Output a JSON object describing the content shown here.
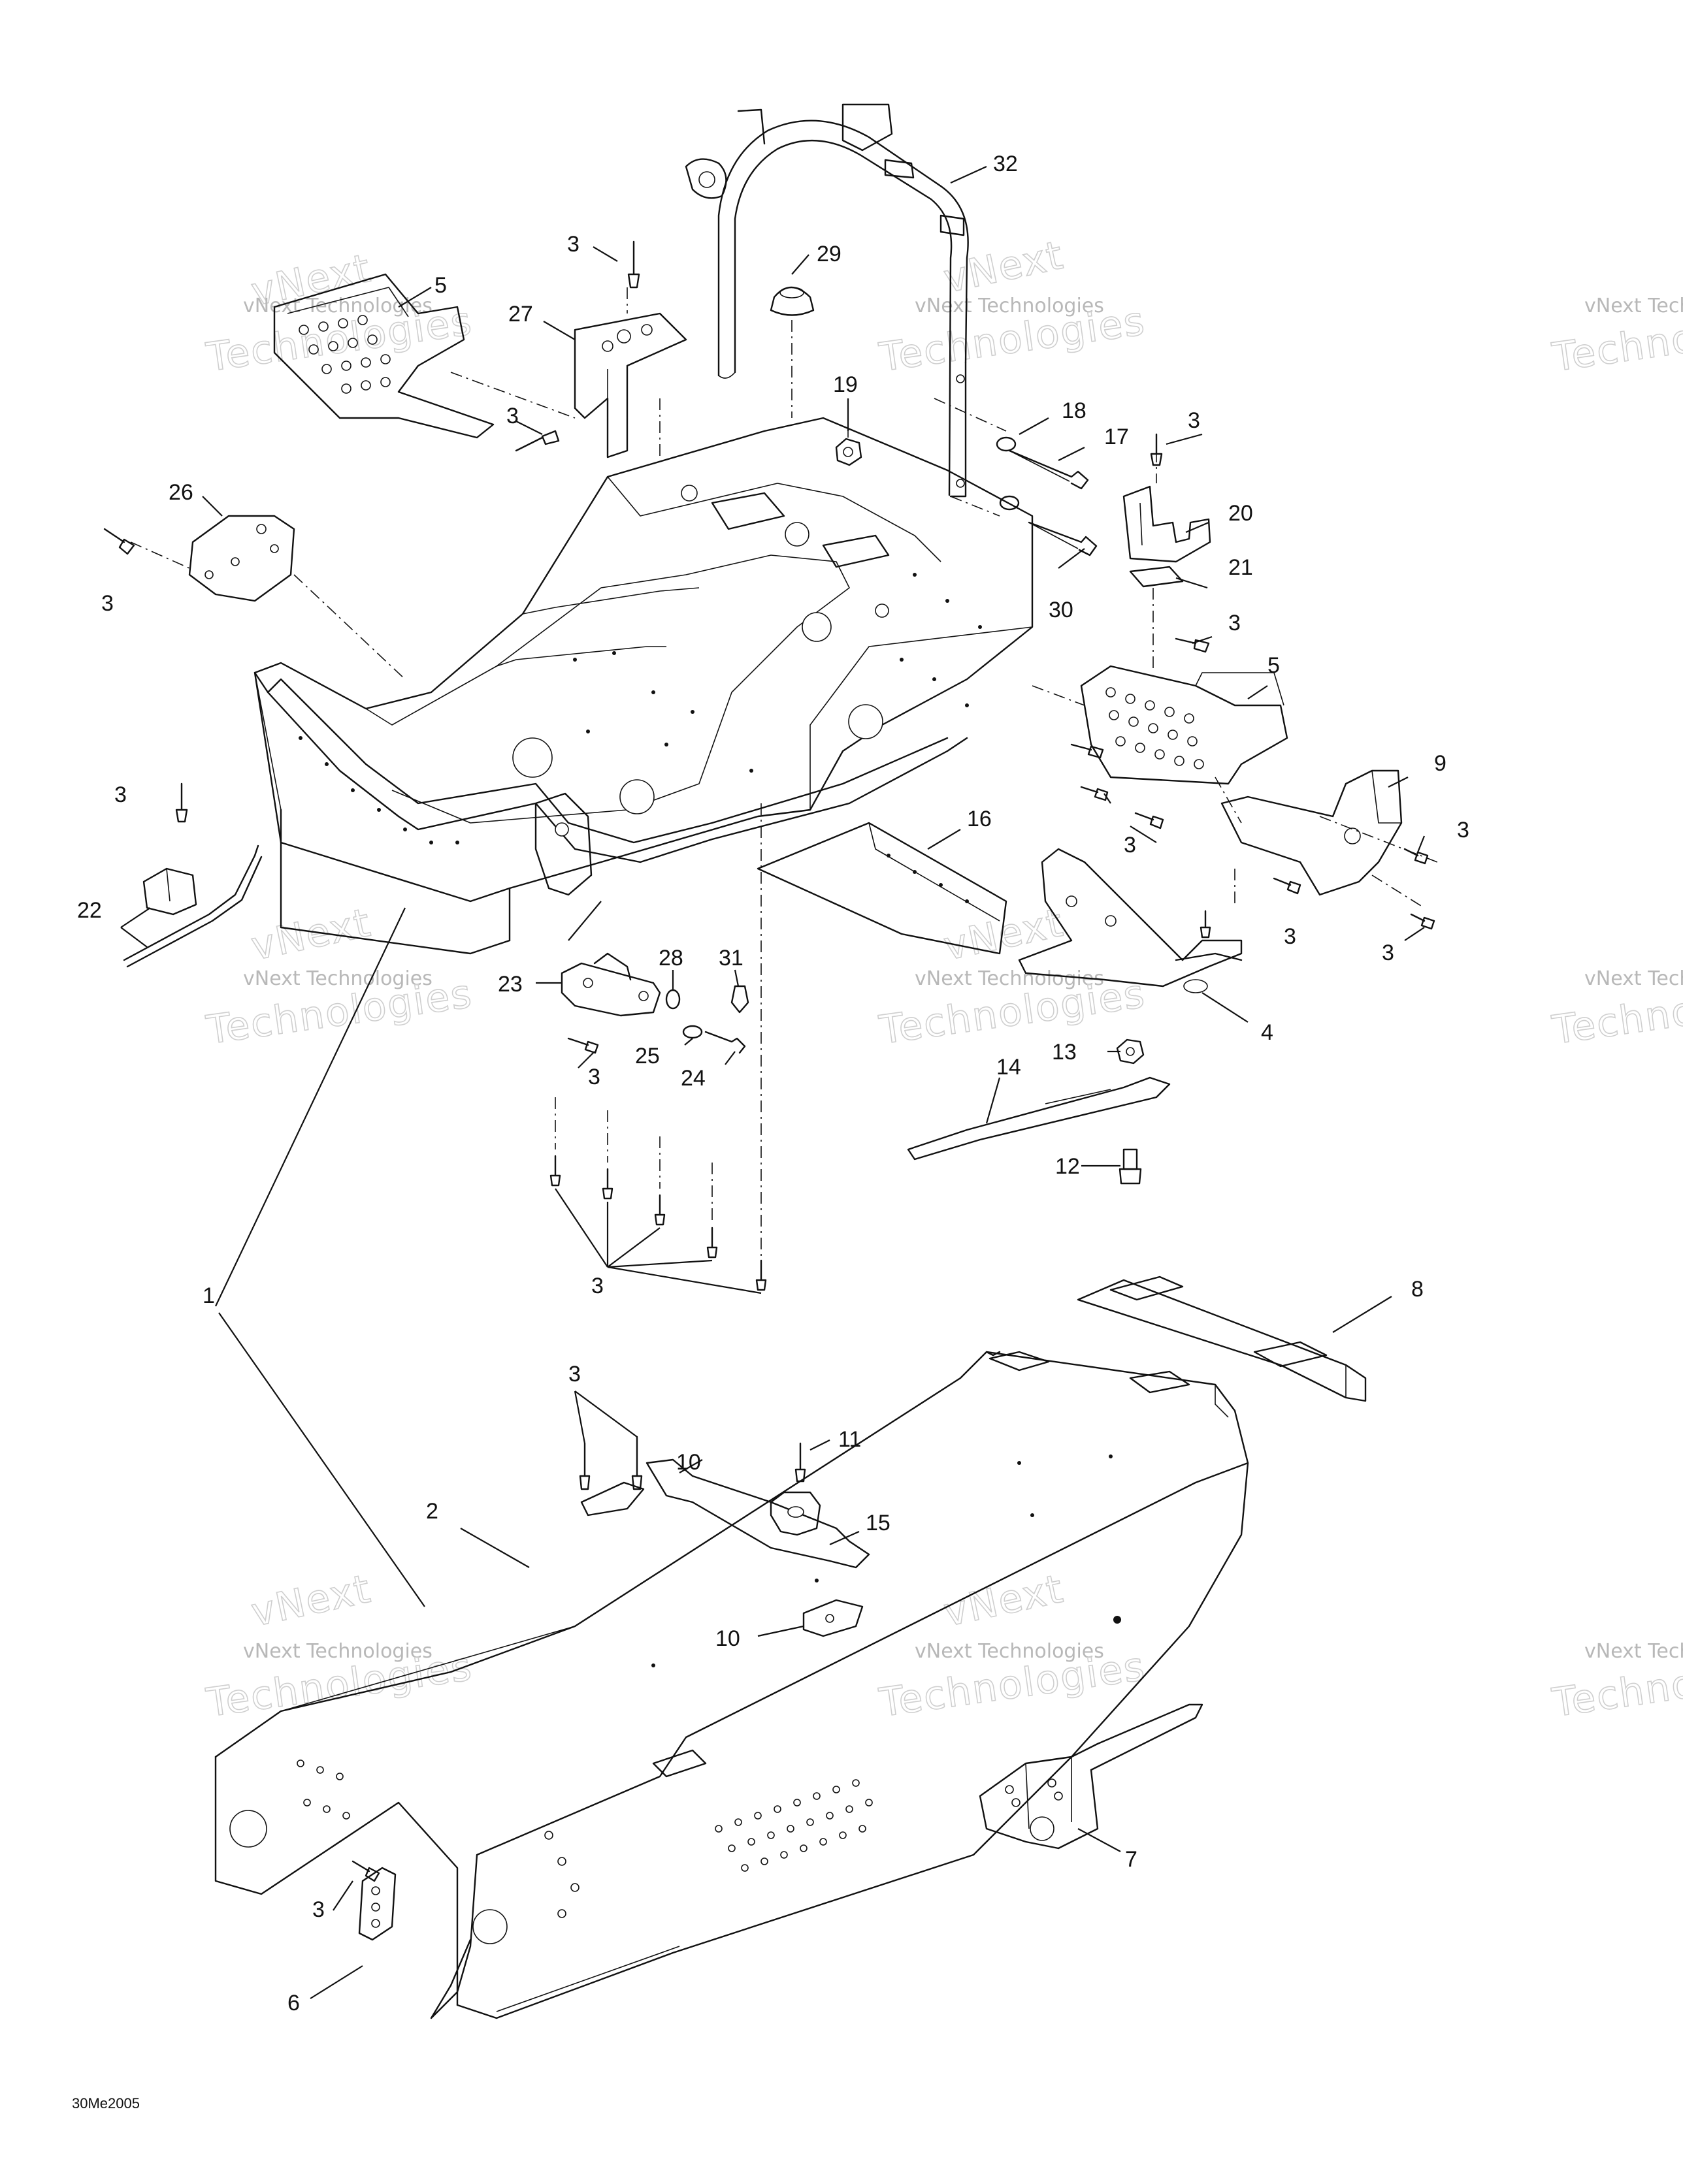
{
  "figure_code": "30Me2005",
  "watermark": {
    "brand": "vNext",
    "company": "vNext Technologies",
    "word": "Technologies"
  },
  "callouts": [
    {
      "id": "c32",
      "label": "32"
    },
    {
      "id": "c29",
      "label": "29"
    },
    {
      "id": "c3a",
      "label": "3"
    },
    {
      "id": "c5a",
      "label": "5"
    },
    {
      "id": "c27",
      "label": "27"
    },
    {
      "id": "c3b",
      "label": "3"
    },
    {
      "id": "c26",
      "label": "26"
    },
    {
      "id": "c3c",
      "label": "3"
    },
    {
      "id": "c19",
      "label": "19"
    },
    {
      "id": "c18",
      "label": "18"
    },
    {
      "id": "c17",
      "label": "17"
    },
    {
      "id": "c3d",
      "label": "3"
    },
    {
      "id": "c20",
      "label": "20"
    },
    {
      "id": "c21",
      "label": "21"
    },
    {
      "id": "c30",
      "label": "30"
    },
    {
      "id": "c3e",
      "label": "3"
    },
    {
      "id": "c5b",
      "label": "5"
    },
    {
      "id": "c9",
      "label": "9"
    },
    {
      "id": "c3f",
      "label": "3"
    },
    {
      "id": "c3g",
      "label": "3"
    },
    {
      "id": "c3h",
      "label": "3"
    },
    {
      "id": "c3i",
      "label": "3"
    },
    {
      "id": "c16",
      "label": "16"
    },
    {
      "id": "c4",
      "label": "4"
    },
    {
      "id": "c3j",
      "label": "3"
    },
    {
      "id": "c22",
      "label": "22"
    },
    {
      "id": "c23",
      "label": "23"
    },
    {
      "id": "c28",
      "label": "28"
    },
    {
      "id": "c31",
      "label": "31"
    },
    {
      "id": "c25",
      "label": "25"
    },
    {
      "id": "c24",
      "label": "24"
    },
    {
      "id": "c3k",
      "label": "3"
    },
    {
      "id": "c13",
      "label": "13"
    },
    {
      "id": "c14",
      "label": "14"
    },
    {
      "id": "c12",
      "label": "12"
    },
    {
      "id": "c3l",
      "label": "3"
    },
    {
      "id": "c1",
      "label": "1"
    },
    {
      "id": "c8",
      "label": "8"
    },
    {
      "id": "c3m",
      "label": "3"
    },
    {
      "id": "c10a",
      "label": "10"
    },
    {
      "id": "c11",
      "label": "11"
    },
    {
      "id": "c2",
      "label": "2"
    },
    {
      "id": "c15",
      "label": "15"
    },
    {
      "id": "c10b",
      "label": "10"
    },
    {
      "id": "c7",
      "label": "7"
    },
    {
      "id": "c3n",
      "label": "3"
    },
    {
      "id": "c6",
      "label": "6"
    }
  ]
}
